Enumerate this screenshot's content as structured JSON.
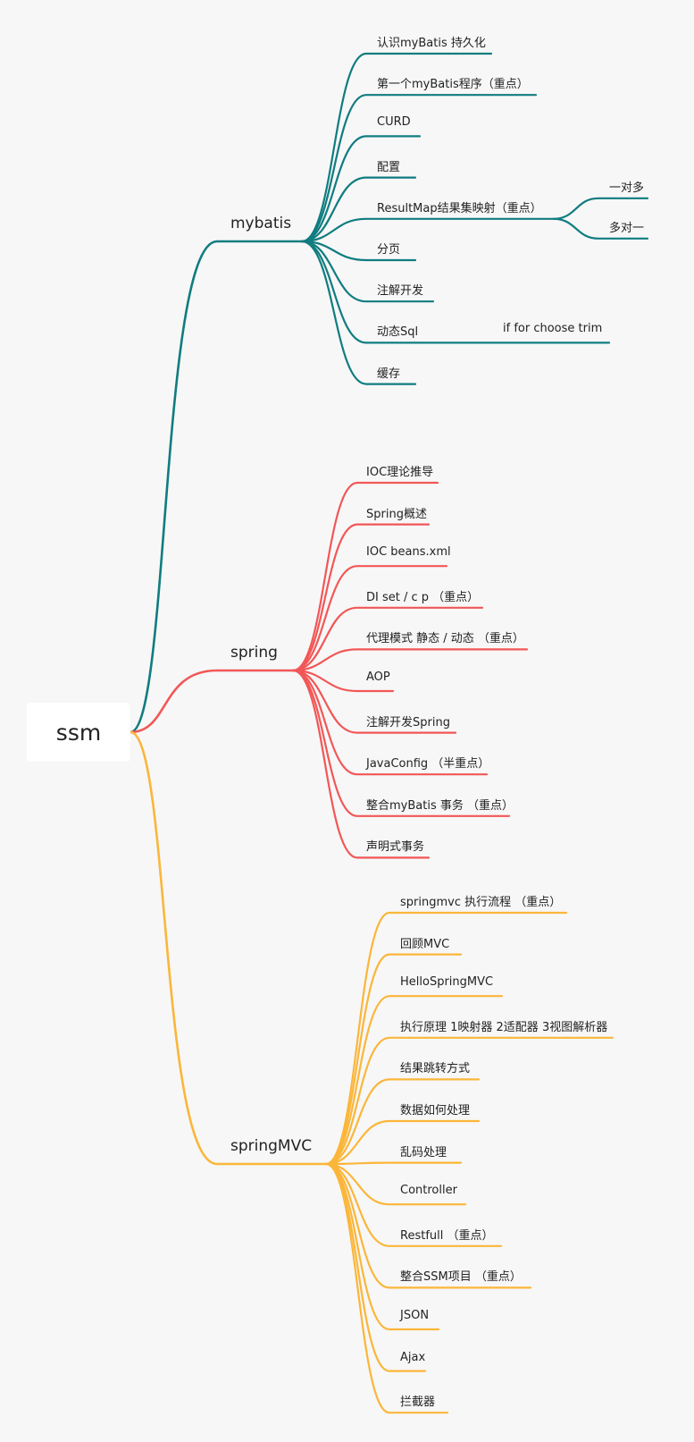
{
  "root": {
    "label": "ssm"
  },
  "colors": {
    "mybatis": "#107c80",
    "spring": "#f25757",
    "springmvc": "#fbb63a",
    "background": "#f7f7f7",
    "text": "#222222"
  },
  "branches": [
    {
      "id": "mybatis",
      "label": "mybatis",
      "children": [
        {
          "label": "认识myBatis 持久化"
        },
        {
          "label": "第一个myBatis程序（重点）"
        },
        {
          "label": "CURD"
        },
        {
          "label": "配置"
        },
        {
          "label": "ResultMap结果集映射（重点）",
          "children": [
            {
              "label": "一对多"
            },
            {
              "label": "多对一"
            }
          ]
        },
        {
          "label": "分页"
        },
        {
          "label": "注解开发"
        },
        {
          "label": "动态Sql",
          "note": "if for choose trim"
        },
        {
          "label": "缓存"
        }
      ]
    },
    {
      "id": "spring",
      "label": "spring",
      "children": [
        {
          "label": "IOC理论推导"
        },
        {
          "label": "Spring概述"
        },
        {
          "label": "IOC beans.xml"
        },
        {
          "label": "DI set / c p （重点）"
        },
        {
          "label": "代理模式 静态 / 动态 （重点）"
        },
        {
          "label": "AOP"
        },
        {
          "label": "注解开发Spring"
        },
        {
          "label": "JavaConfig （半重点）"
        },
        {
          "label": "整合myBatis 事务 （重点）"
        },
        {
          "label": "声明式事务"
        }
      ]
    },
    {
      "id": "springmvc",
      "label": "springMVC",
      "children": [
        {
          "label": "springmvc 执行流程 （重点）"
        },
        {
          "label": "回顾MVC"
        },
        {
          "label": "HelloSpringMVC"
        },
        {
          "label": "执行原理 1映射器 2适配器 3视图解析器"
        },
        {
          "label": "结果跳转方式"
        },
        {
          "label": "数据如何处理"
        },
        {
          "label": "乱码处理"
        },
        {
          "label": "Controller"
        },
        {
          "label": "Restfull （重点）"
        },
        {
          "label": "整合SSM项目 （重点）"
        },
        {
          "label": "JSON"
        },
        {
          "label": "Ajax"
        },
        {
          "label": "拦截器"
        }
      ]
    }
  ]
}
